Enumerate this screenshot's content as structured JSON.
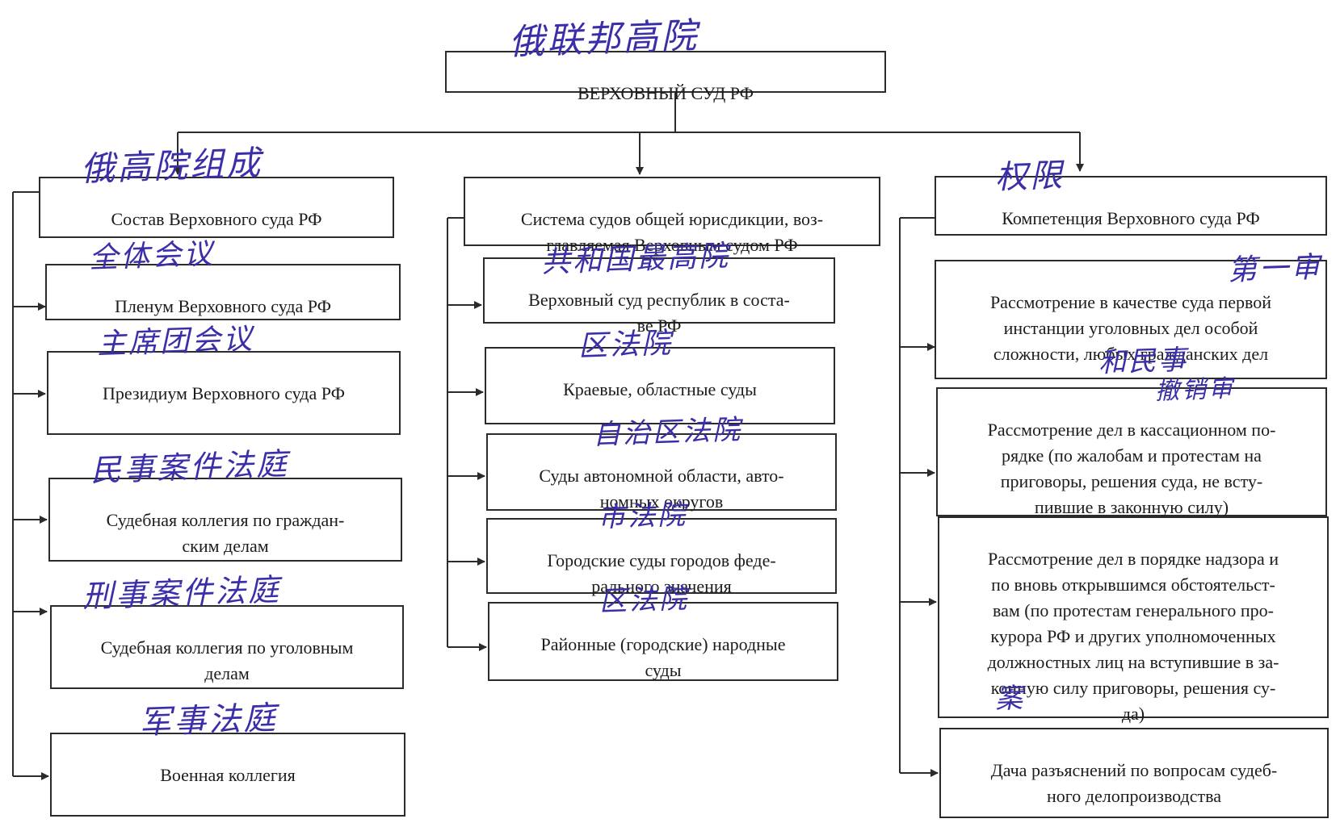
{
  "root": {
    "title": "ВЕРХОВНЫЙ СУД РФ",
    "annotation": "俄联邦高院"
  },
  "left": {
    "header": "Состав Верховного суда РФ",
    "header_annotation": "俄高院组成",
    "items": [
      {
        "text": "Пленум Верховного суда РФ",
        "annotation": "全体会议"
      },
      {
        "text": "Президиум Верховного суда РФ",
        "annotation": "主席团会议"
      },
      {
        "text": "Судебная коллегия по граждан-\nским делам",
        "annotation": "民事案件法庭"
      },
      {
        "text": "Судебная коллегия по уголовным\nделам",
        "annotation": "刑事案件法庭"
      },
      {
        "text": "Военная коллегия",
        "annotation": "军事法庭"
      }
    ]
  },
  "middle": {
    "header": "Система судов общей юрисдикции, воз-\nглавляемая Верховным судом РФ",
    "items": [
      {
        "text": "Верховный суд республик в соста-\nве РФ",
        "annotation": "共和国最高院"
      },
      {
        "text": "Краевые, областные суды",
        "annotation": "区法院"
      },
      {
        "text": "Суды автономной области, авто-\nномных округов",
        "annotation": "自治区法院"
      },
      {
        "text": "Городские суды городов феде-\nрального значения",
        "annotation": "市法院"
      },
      {
        "text": "Районные (городские) народные\nсуды",
        "annotation": "区法院"
      }
    ]
  },
  "right": {
    "header": "Компетенция Верховного суда РФ",
    "header_annotation": "权限",
    "items": [
      {
        "text": "Рассмотрение в качестве суда первой\nинстанции уголовных дел особой\nсложности, любых гражданских дел",
        "annotation": "第一审",
        "annotation2": "和民事"
      },
      {
        "text": "Рассмотрение дел в кассационном по-\nрядке (по жалобам и протестам на\nприговоры, решения суда, не всту-\nпившие в законную силу)",
        "annotation": "撤销审"
      },
      {
        "text": "Рассмотрение дел в порядке надзора и\nпо вновь открывшимся обстоятельст-\nвам (по протестам генерального про-\nкурора РФ и других уполномоченных\nдолжностных лиц на вступившие в за-\nконную силу приговоры, решения су-\nда)",
        "annotation": "案"
      },
      {
        "text": "Дача разъяснений по вопросам судеб-\nного делопроизводства"
      }
    ]
  },
  "colors": {
    "line": "#2b2b2b",
    "handwriting": "#3a2fa8"
  }
}
